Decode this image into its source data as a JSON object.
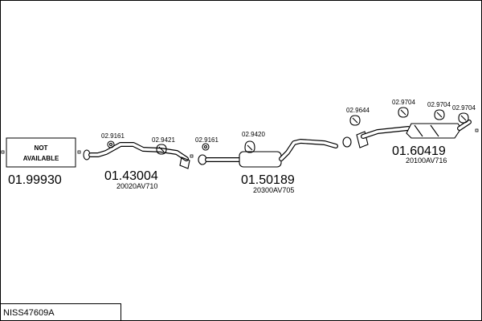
{
  "diagram": {
    "set_code": "NISS47609A",
    "not_available_text": [
      "NOT",
      "AVAILABLE"
    ],
    "parts": [
      {
        "id": "01.99930",
        "oem": ""
      },
      {
        "id": "01.43004",
        "oem": "20020AV710"
      },
      {
        "id": "01.50189",
        "oem": "20300AV705"
      },
      {
        "id": "01.60419",
        "oem": "20100AV716"
      }
    ],
    "accessories": [
      "02.9161",
      "02.9421",
      "02.9161",
      "02.9420",
      "02.9644",
      "02.9704",
      "02.9704",
      "02.9704"
    ]
  }
}
